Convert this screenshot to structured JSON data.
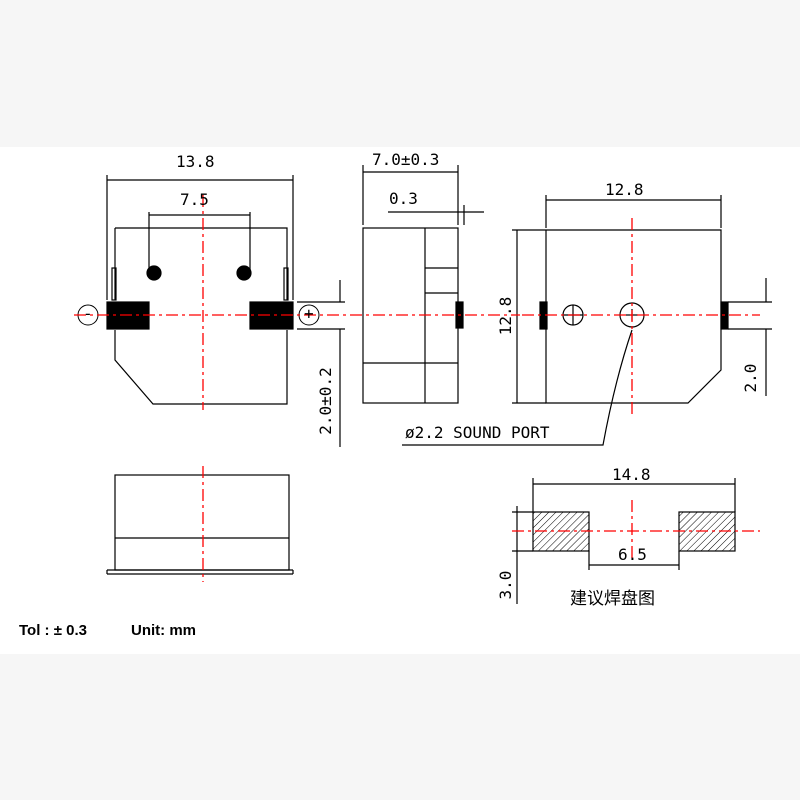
{
  "dimensions": {
    "front_width": "13.8",
    "front_pin_spacing": "7.5",
    "side_width": "7.0±0.3",
    "side_tab": "0.3",
    "terminal_height": "2.0±0.2",
    "top_width": "12.8",
    "top_height": "12.8",
    "top_tab_height": "2.0",
    "pad_total": "14.8",
    "pad_gap": "6.5",
    "pad_height": "3.0"
  },
  "labels": {
    "minus": "-",
    "plus": "+",
    "sound_port": "ø2.2 SOUND PORT",
    "pad_caption": "建议焊盘图"
  },
  "footer": {
    "tolerance": "Tol : ± 0.3",
    "unit": "Unit: mm"
  },
  "colors": {
    "line": "#000000",
    "centerline": "#ff0000",
    "sheet": "#ffffff",
    "background": "#f6f6f6"
  }
}
